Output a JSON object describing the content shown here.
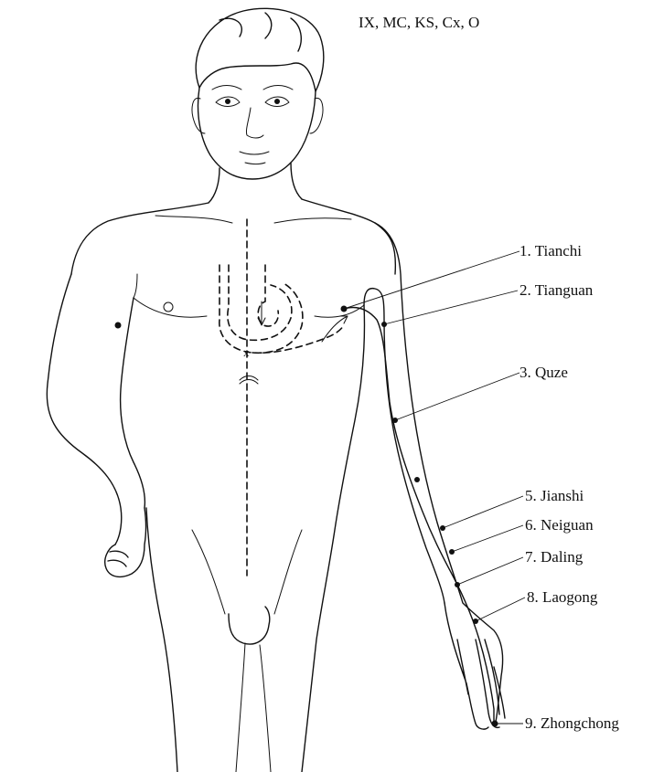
{
  "header": "IX, MC, KS, Cx, O",
  "points": [
    {
      "id": "1",
      "label": "1. Tianchi"
    },
    {
      "id": "2",
      "label": "2. Tianguan"
    },
    {
      "id": "3",
      "label": "3. Quze"
    },
    {
      "id": "5",
      "label": "5. Jianshi"
    },
    {
      "id": "6",
      "label": "6. Neiguan"
    },
    {
      "id": "7",
      "label": "7. Daling"
    },
    {
      "id": "8",
      "label": "8. Laogong"
    },
    {
      "id": "9",
      "label": "9. Zhongchong"
    }
  ]
}
